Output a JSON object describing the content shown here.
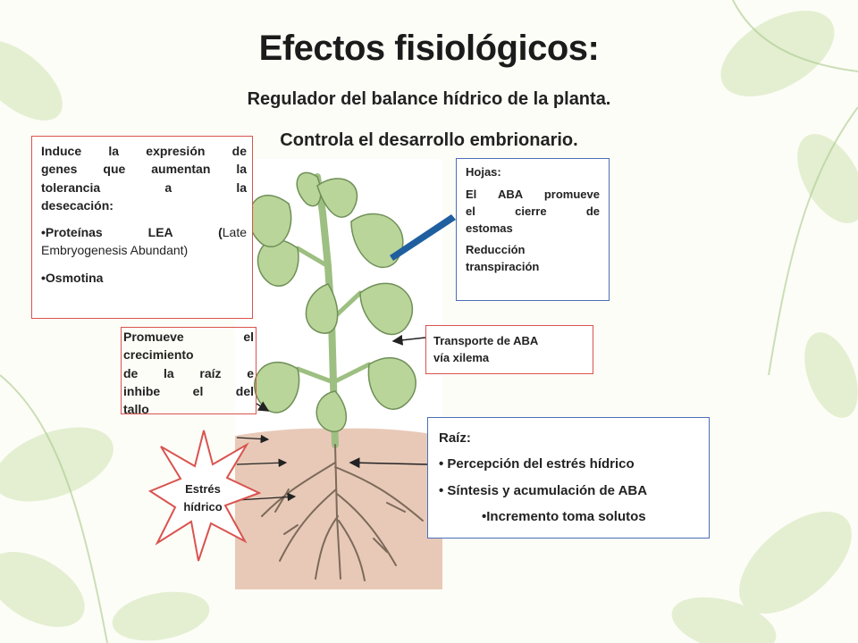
{
  "title": "Efectos fisiológicos:",
  "subtitles": [
    "Regulador del balance hídrico de la planta.",
    "Controla el desarrollo embrionario."
  ],
  "boxes": {
    "induce": {
      "lines": [
        "Induce la expresión de",
        "genes que aumentan la",
        "tolerancia a la",
        "desecación:"
      ],
      "bullet1_bold": "•Proteínas LEA (",
      "bullet1_normal_a": "Late",
      "bullet1_normal_b": "Embryogenesis Abundant)",
      "bullet2": "•Osmotina"
    },
    "hojas": {
      "heading": "Hojas:",
      "lines": [
        "El ABA promueve",
        "el cierre de",
        "estomas"
      ],
      "extra": [
        "Reducción",
        "transpiración"
      ]
    },
    "promueve": {
      "lines": [
        "Promueve el",
        "crecimiento",
        "de la raíz e",
        "inhibe el del",
        "tallo"
      ]
    },
    "transporte": {
      "lines": [
        "Transporte de ABA",
        "vía xilema"
      ]
    },
    "raiz": {
      "heading": "Raíz:",
      "bullets": [
        "• Percepción del estrés hídrico",
        "• Síntesis y acumulación de ABA"
      ],
      "sub_bullet": "•Incremento toma solutos"
    }
  },
  "stress_label": [
    "Estrés",
    "hídrico"
  ],
  "colors": {
    "red_border": "#d9534f",
    "blue_border": "#4a6fb5",
    "arrow_blue": "#1f5fa0",
    "leaf_green": "#b9d59a",
    "soil": "#e8c9b8"
  }
}
